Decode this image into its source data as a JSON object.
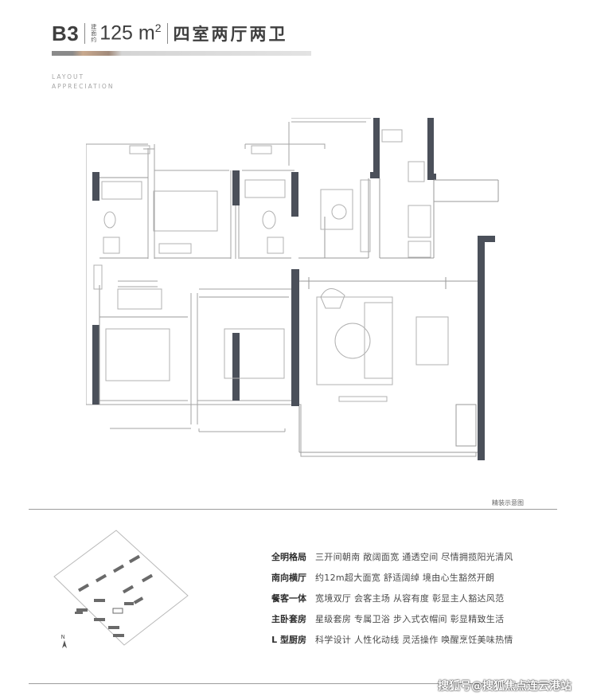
{
  "header": {
    "code": "B3",
    "area_label": "建面约",
    "area_value": "125 m",
    "area_unit_sup": "2",
    "layout": "四室两厅两卫"
  },
  "subtitle": [
    "LAYOUT",
    "APPRECIATION"
  ],
  "caption": "精装示意图",
  "features": [
    {
      "name": "全明格局",
      "desc": "三开间朝南  敞阔面宽  通透空间  尽情拥揽阳光清风"
    },
    {
      "name": "南向横厅",
      "desc": "约12m超大面宽  舒适阔绰  境由心生豁然开朗"
    },
    {
      "name": "餐客一体",
      "desc": "宽境双厅  会客主场  从容有度  彰显主人豁达风范"
    },
    {
      "name": "主卧套房",
      "desc": "星级套房  专属卫浴  步入式衣帽间  彰显精致生活"
    },
    {
      "name": "L 型厨房",
      "desc": "科学设计  人性化动线  灵活操作  唤醒烹饪美味热情"
    }
  ],
  "compass_label": "N",
  "watermark": "搜狐号@搜狐焦点连云港站",
  "colors": {
    "wall": "#4b505a",
    "line": "#9a9a9a",
    "furniture": "#b0b0b0",
    "accent_gradient": "#c9a98e"
  },
  "icons": [
    "compass-icon",
    "highlight-marker-icon"
  ]
}
